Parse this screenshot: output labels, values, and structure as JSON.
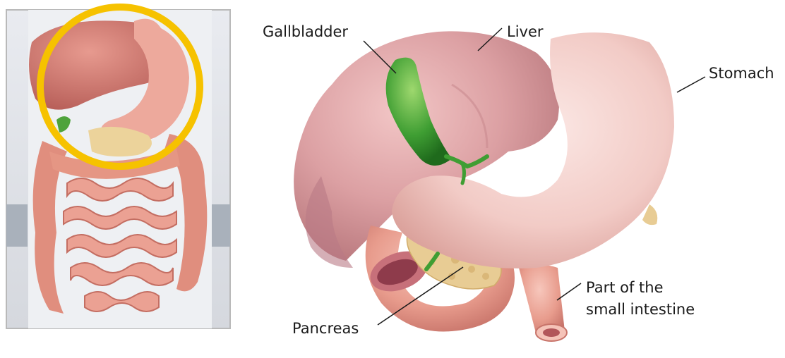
{
  "labels": {
    "gallbladder": "Gallbladder",
    "liver": "Liver",
    "stomach": "Stomach",
    "intestine_line1": "Part of the",
    "intestine_line2": "small intestine",
    "pancreas": "Pancreas"
  },
  "colors": {
    "highlight_circle": "#f6c200",
    "thumbnail_border": "#b9b9b9",
    "liver": "#c97a7a",
    "stomach": "#f0c7c4",
    "gallbladder": "#3e9a32",
    "pancreas": "#e6c88c",
    "intestine": "#e89a8a"
  }
}
